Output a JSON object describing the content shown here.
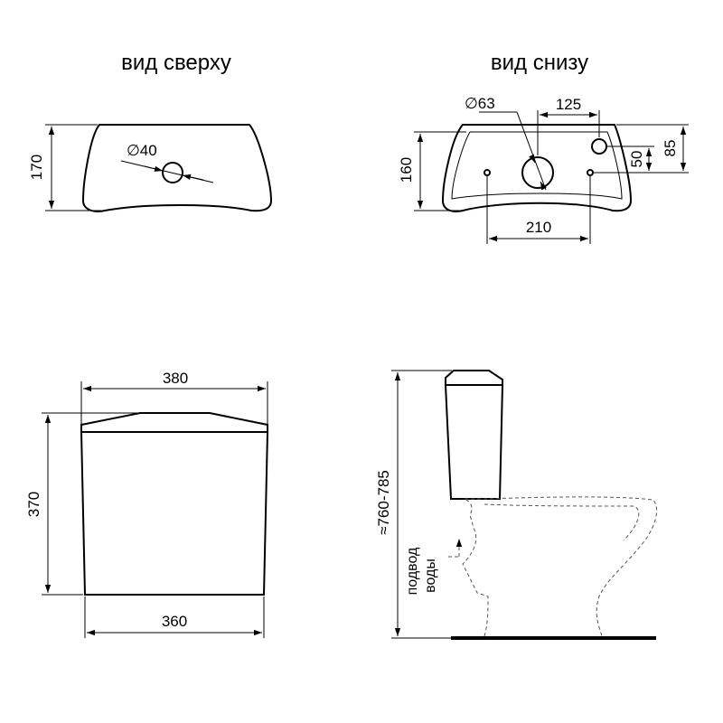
{
  "views": {
    "top_title": "вид сверху",
    "bottom_title": "вид снизу"
  },
  "top_view": {
    "dim_depth": "170",
    "dim_hole": "∅40"
  },
  "bottom_view": {
    "dim_hole": "∅63",
    "dim_offset": "125",
    "dim_height": "160",
    "dim_small1": "50",
    "dim_small2": "85",
    "dim_spacing": "210"
  },
  "front_view": {
    "dim_top_width": "380",
    "dim_height": "370",
    "dim_bottom_width": "360"
  },
  "side_view": {
    "dim_total_height": "≈760-785",
    "water_inlet_line1": "подвод",
    "water_inlet_line2": "воды"
  }
}
